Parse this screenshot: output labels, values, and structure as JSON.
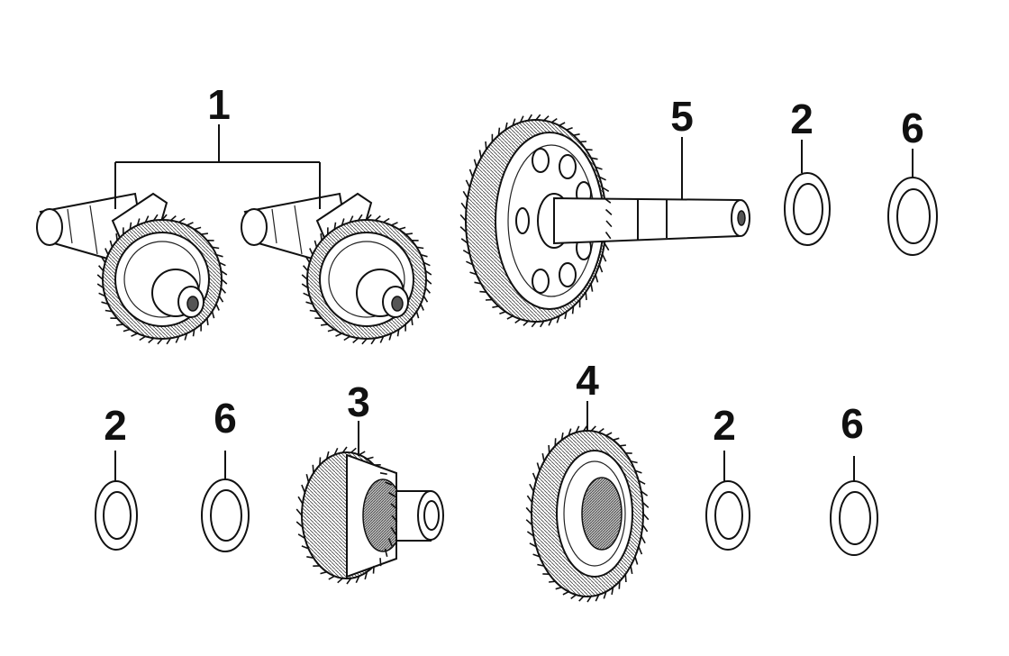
{
  "callouts": {
    "shaft_assembly": "1",
    "washer_top": "2",
    "washer_bottom_left": "2",
    "washer_bottom_right": "2",
    "spacer_top": "6",
    "spacer_bottom_left": "6",
    "spacer_bottom_right": "6",
    "small_gear": "3",
    "ring_gear": "4",
    "large_gear_shaft": "5"
  }
}
